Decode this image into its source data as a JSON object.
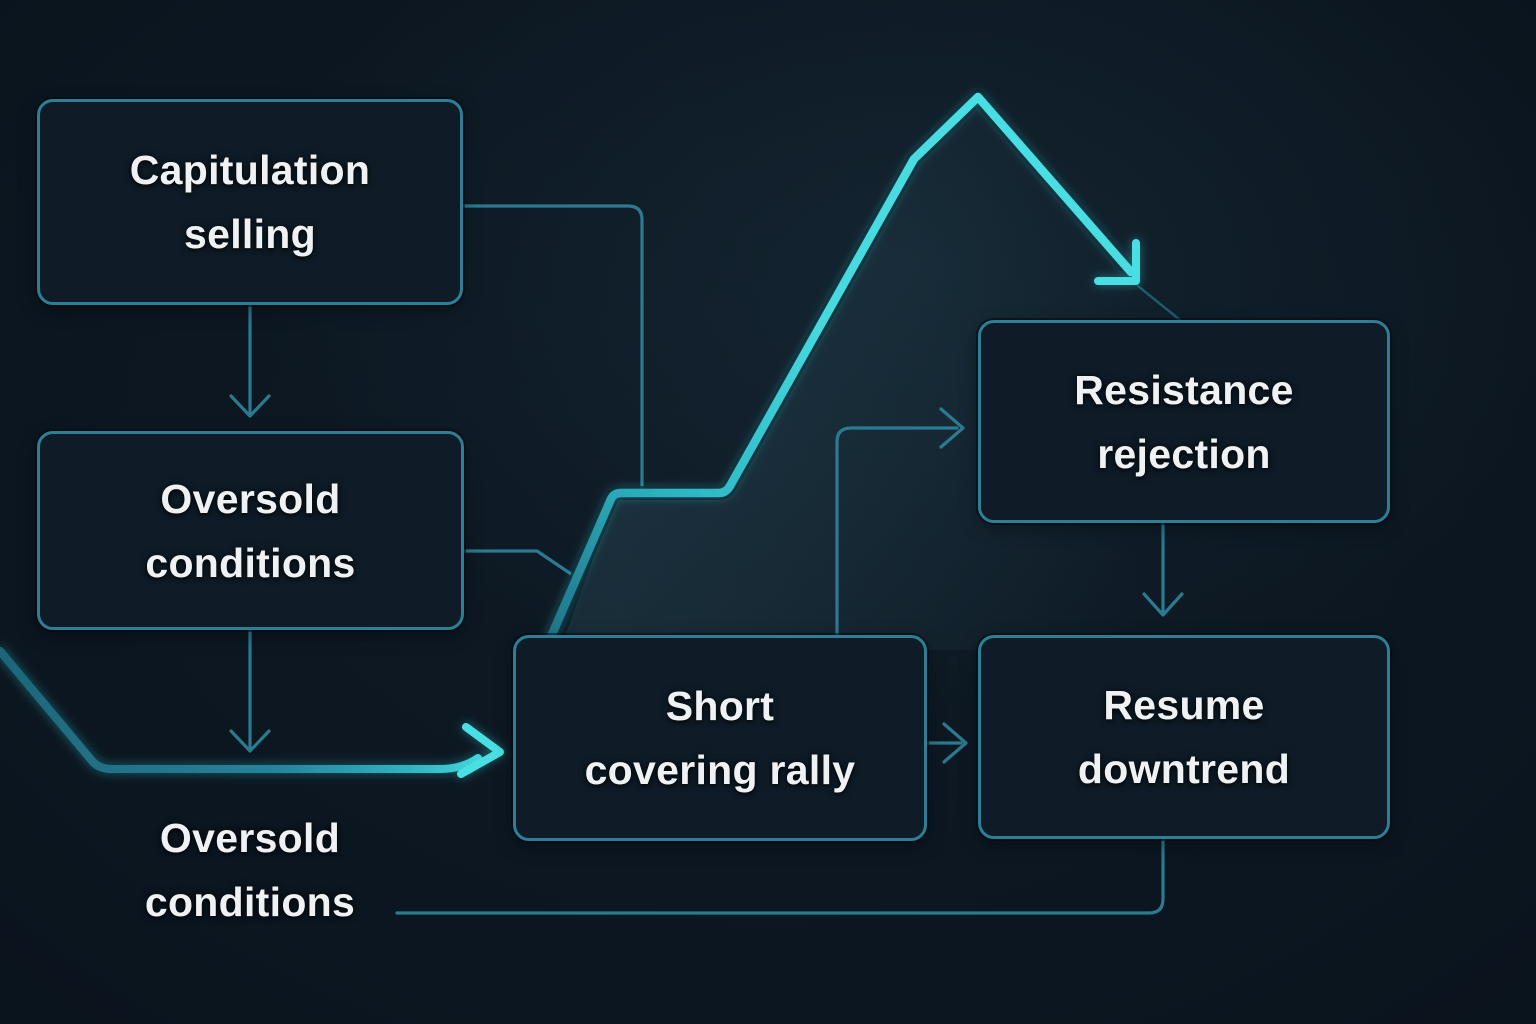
{
  "diagram": {
    "description": "Bear market rally flowchart over a stylized price line",
    "background_color": "#0c1620"
  },
  "nodes": {
    "capitulation": {
      "text": "Capitulation\nselling"
    },
    "oversold": {
      "text": "Oversold\nconditions"
    },
    "short_covering": {
      "text": "Short\ncovering rally"
    },
    "resistance": {
      "text": "Resistance\nrejection"
    },
    "resume": {
      "text": "Resume\ndowntrend"
    }
  },
  "floating_label": {
    "text": "Oversold\nconditions"
  },
  "edges": [
    {
      "from": "Capitulation selling",
      "to": "Oversold conditions",
      "type": "arrow"
    },
    {
      "from": "Capitulation selling",
      "to": "price line step",
      "type": "line"
    },
    {
      "from": "Oversold conditions",
      "to": "price line slope",
      "type": "line"
    },
    {
      "from": "Oversold conditions",
      "to": "Oversold conditions label",
      "type": "arrow"
    },
    {
      "from": "Oversold conditions label",
      "to": "Short covering rally",
      "type": "thick-arrow"
    },
    {
      "from": "Short covering rally",
      "to": "Resistance rejection",
      "type": "arrow"
    },
    {
      "from": "Short covering rally",
      "to": "Resume downtrend",
      "type": "arrow"
    },
    {
      "from": "Resistance rejection",
      "to": "Resume downtrend",
      "type": "arrow"
    },
    {
      "from": "price line peak",
      "to": "Resistance rejection",
      "type": "thick-arrow"
    },
    {
      "from": "Resume downtrend",
      "to": "Oversold conditions label",
      "type": "line"
    }
  ],
  "colors": {
    "node_fill": "#0f1c27",
    "node_border": "#2e7e95",
    "connector": "#2b7a90",
    "price_line_bright": "#46dbe0",
    "price_line_dark": "#1f7386",
    "text": "#eef2f4"
  }
}
